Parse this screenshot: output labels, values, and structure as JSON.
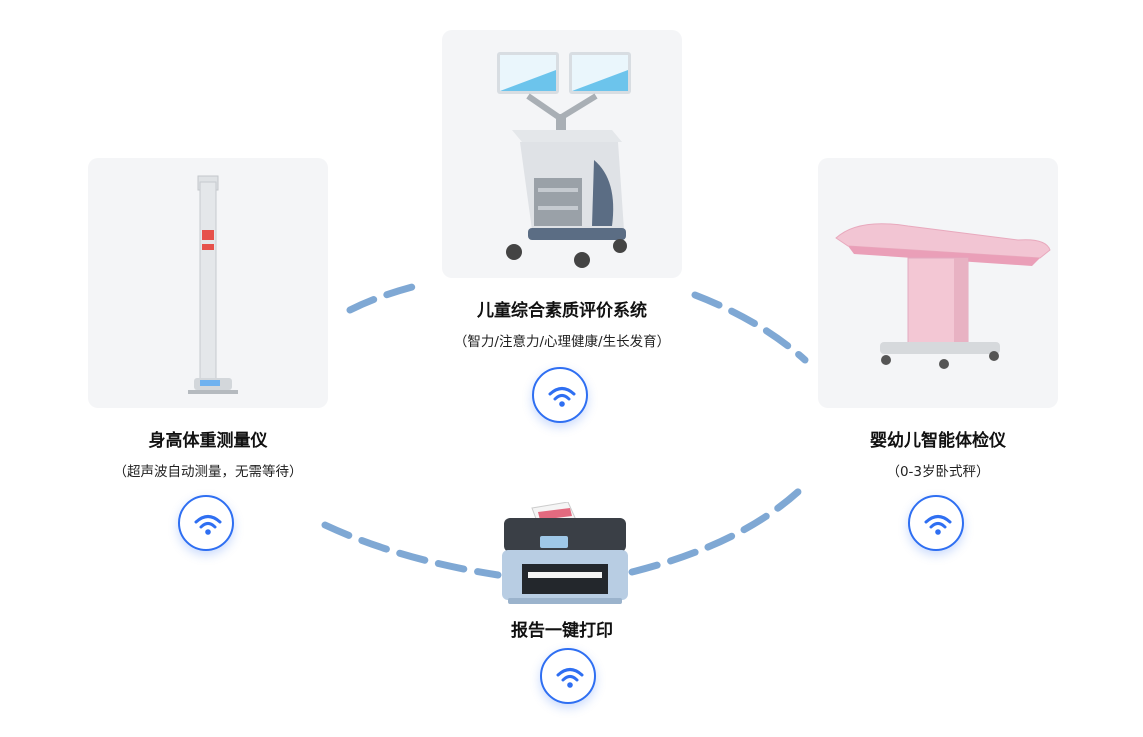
{
  "devices": {
    "cognitive_system": {
      "title": "儿童综合素质评价系统",
      "subtitle": "（智力/注意力/心理健康/生长发育）",
      "icon": "cart-dual-monitor-image"
    },
    "height_weight": {
      "title": "身高体重测量仪",
      "subtitle": "（超声波自动测量，无需等待）",
      "icon": "height-scale-image"
    },
    "infant_scale": {
      "title": "婴幼儿智能体检仪",
      "subtitle": "（0-3岁卧式秤）",
      "icon": "infant-bed-scale-image"
    },
    "printer": {
      "title": "报告一键打印",
      "icon": "printer-image"
    }
  },
  "colors": {
    "dash": "#7fa8d4",
    "wifi_blue": "#2f6ff2",
    "card_bg": "#f4f5f7",
    "infant_pink": "#f3c7d4"
  },
  "wifi_icon": "wifi-icon"
}
